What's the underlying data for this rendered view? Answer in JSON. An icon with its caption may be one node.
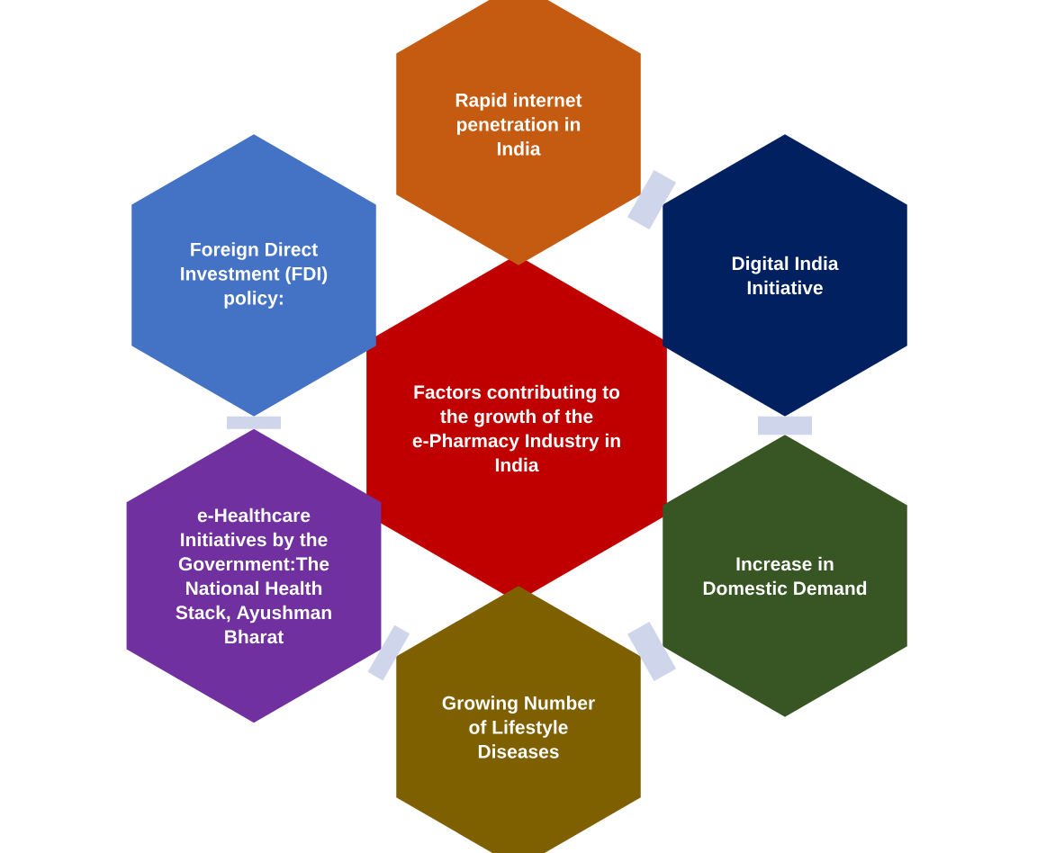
{
  "diagram": {
    "nodes": [
      {
        "text": [
          "Factors contributing to the growth of the e-Pharmacy Industry in India"
        ]
      },
      {
        "text": [
          "Rapid internet penetration in India"
        ]
      },
      {
        "text": [
          "Digital India Initiative"
        ]
      },
      {
        "text": [
          "Increase in Domestic Demand"
        ]
      },
      {
        "text": [
          "Growing Number of Lifestyle Diseases"
        ]
      },
      {
        "text": [
          "e-Healthcare Initiatives by the Government:The National Health Stack, Ayushman Bharat"
        ]
      },
      {
        "text": [
          "Foreign Direct Investment (FDI) policy:"
        ]
      }
    ],
    "edges": [
      {
        "from": 1,
        "to": 2,
        "arrow": "none"
      },
      {
        "from": 2,
        "to": 3,
        "arrow": "none"
      },
      {
        "from": 3,
        "to": 4,
        "arrow": "none"
      },
      {
        "from": 4,
        "to": 5,
        "arrow": "none"
      },
      {
        "from": 5,
        "to": 6,
        "arrow": "none"
      }
    ]
  }
}
